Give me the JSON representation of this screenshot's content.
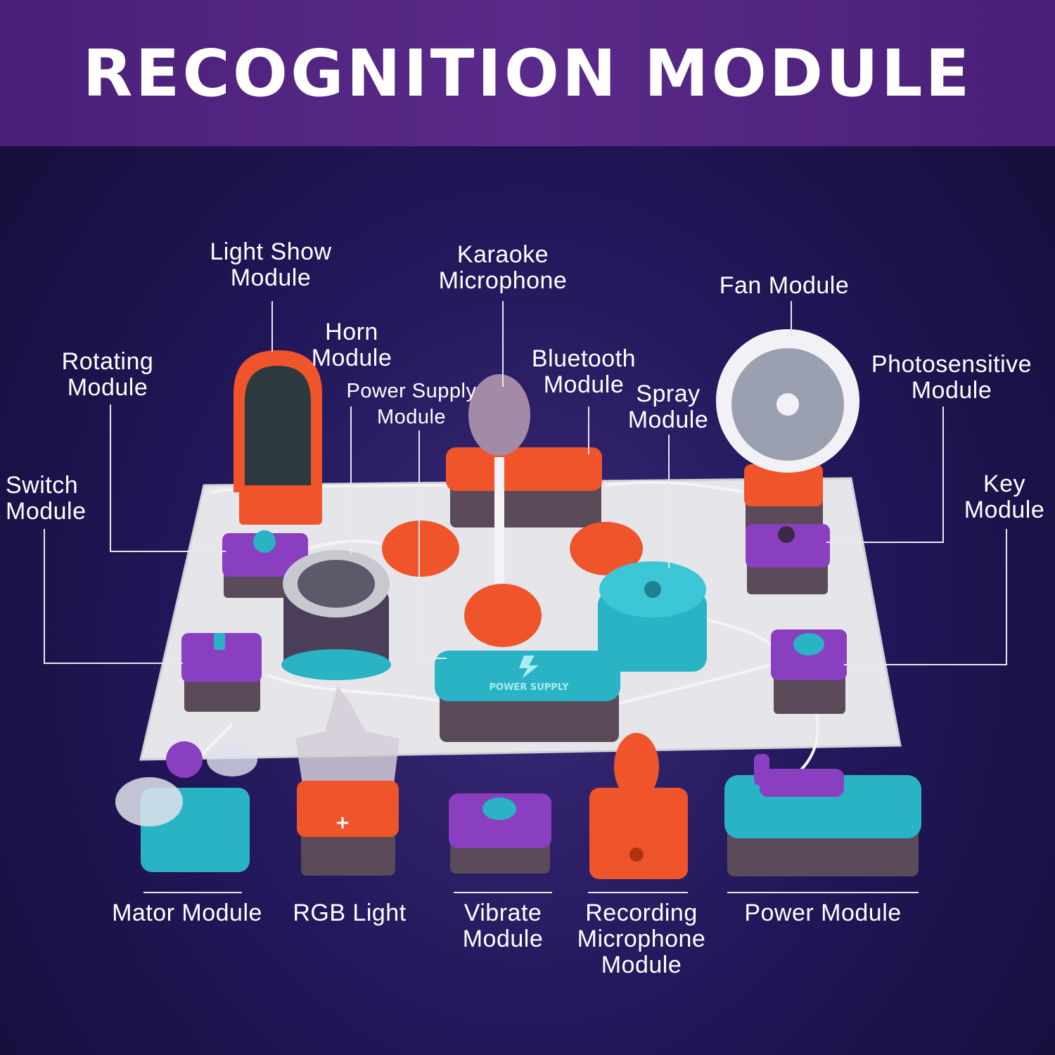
{
  "banner": {
    "title": "RECOGNITION MODULE"
  },
  "labels": {
    "light_show": "Light Show\nModule",
    "karaoke": "Karaoke\nMicrophone",
    "fan": "Fan Module",
    "horn": "Horn\nModule",
    "rotating": "Rotating\nModule",
    "power_supply": "Power Supply\nModule",
    "bluetooth": "Bluetooth\nModule",
    "spray": "Spray\nModule",
    "photosensitive": "Photosensitive\nModule",
    "switch": "Switch\nModule",
    "key": "Key\nModule",
    "mator": "Mator Module",
    "rgb": "RGB Light",
    "vibrate": "Vibrate\nModule",
    "recording": "Recording\nMicrophone\nModule",
    "power": "Power Module"
  },
  "product_text": {
    "power_supply_print": "POWER SUPPLY"
  },
  "colors": {
    "orange": "#f0542a",
    "purple": "#8a3fc0",
    "teal": "#2ab3c4",
    "board": "#e6e6ea"
  }
}
